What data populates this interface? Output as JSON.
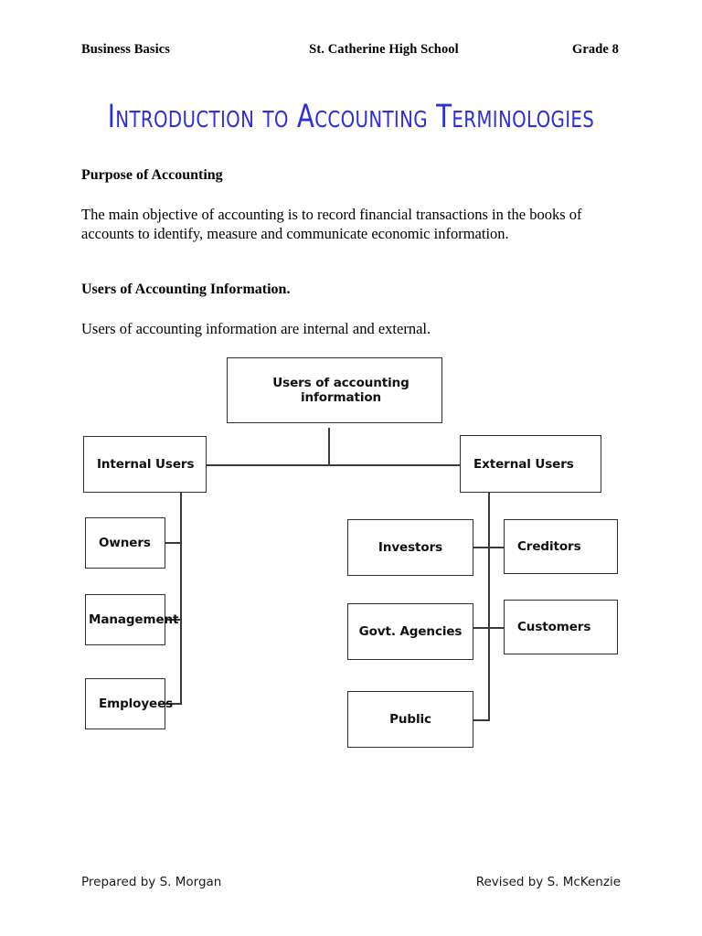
{
  "header": {
    "left": "Business Basics",
    "center": "St. Catherine High School",
    "right": "Grade 8"
  },
  "title": "Introduction to Accounting Terminologies",
  "title_color": "#2d2ee0",
  "sections": [
    {
      "heading": "Purpose of Accounting",
      "body": "The main objective of accounting is to record financial transactions in the books of accounts to identify, measure and communicate economic information."
    },
    {
      "heading": "Users of Accounting Information.",
      "body": "Users of accounting information are internal and external."
    }
  ],
  "diagram": {
    "root": "Users of accounting information",
    "branches": [
      {
        "label": "Internal Users",
        "children": [
          "Owners",
          "Management",
          "Employees"
        ]
      },
      {
        "label": "External Users",
        "children": [
          "Investors",
          "Govt. Agencies",
          "Public",
          "Creditors",
          "Customers"
        ]
      }
    ],
    "nodes": {
      "root": "Users of accounting information",
      "internal_users": "Internal Users",
      "external_users": "External Users",
      "owners": "Owners",
      "management": "Management",
      "employees": "Employees",
      "investors": "Investors",
      "govt_agencies": "Govt. Agencies",
      "public": "Public",
      "creditors": "Creditors",
      "customers": "Customers"
    }
  },
  "footer": {
    "left": "Prepared by S. Morgan",
    "right": "Revised by S. McKenzie"
  }
}
